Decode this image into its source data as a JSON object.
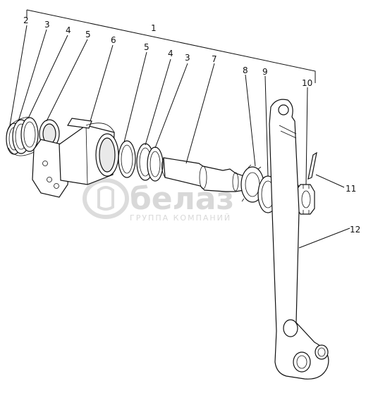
{
  "callouts": [
    {
      "id": "c1",
      "label": "1"
    },
    {
      "id": "c2",
      "label": "2"
    },
    {
      "id": "c3a",
      "label": "3"
    },
    {
      "id": "c4a",
      "label": "4"
    },
    {
      "id": "c5a",
      "label": "5"
    },
    {
      "id": "c6",
      "label": "6"
    },
    {
      "id": "c5b",
      "label": "5"
    },
    {
      "id": "c4b",
      "label": "4"
    },
    {
      "id": "c3b",
      "label": "3"
    },
    {
      "id": "c7",
      "label": "7"
    },
    {
      "id": "c8",
      "label": "8"
    },
    {
      "id": "c9",
      "label": "9"
    },
    {
      "id": "c10",
      "label": "10"
    },
    {
      "id": "c11",
      "label": "11"
    },
    {
      "id": "c12",
      "label": "12"
    }
  ],
  "watermark": {
    "brand": "белаз",
    "subtitle": "ГРУППА КОМПАНИЙ",
    "color": "#d8d8d8"
  },
  "colors": {
    "line": "#111111",
    "background": "#ffffff"
  }
}
